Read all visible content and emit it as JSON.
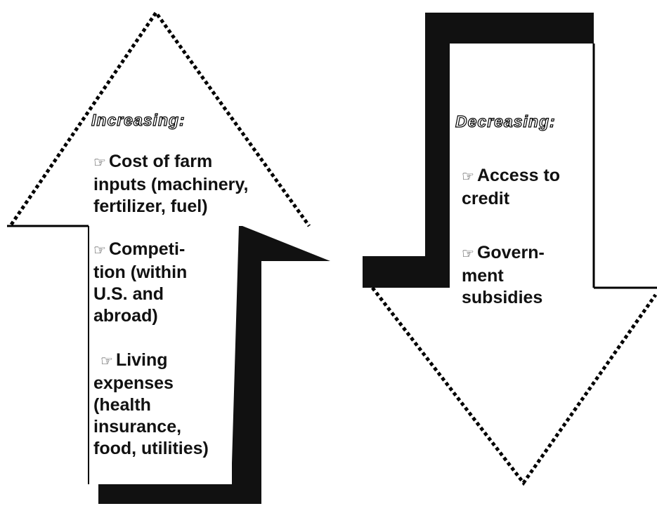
{
  "left_arrow": {
    "heading": "Increasing:",
    "items": [
      {
        "icon": "pointing-hand-icon",
        "lines": [
          "Cost of farm",
          "inputs (machinery,",
          "fertilizer, fuel)"
        ]
      },
      {
        "icon": "pointing-hand-icon",
        "lines": [
          "Competi-",
          "tion (within",
          "U.S. and",
          "abroad)"
        ]
      },
      {
        "icon": "pointing-hand-icon",
        "lines": [
          "Living",
          "expenses",
          "(health",
          "insurance,",
          "food, utilities)"
        ]
      }
    ]
  },
  "right_arrow": {
    "heading": "Decreasing:",
    "items": [
      {
        "icon": "pointing-hand-icon",
        "lines": [
          "Access to",
          "credit"
        ]
      },
      {
        "icon": "pointing-hand-icon",
        "lines": [
          "Govern-",
          "ment",
          "subsidies"
        ]
      }
    ]
  },
  "glyphs": {
    "hand": "☞"
  }
}
